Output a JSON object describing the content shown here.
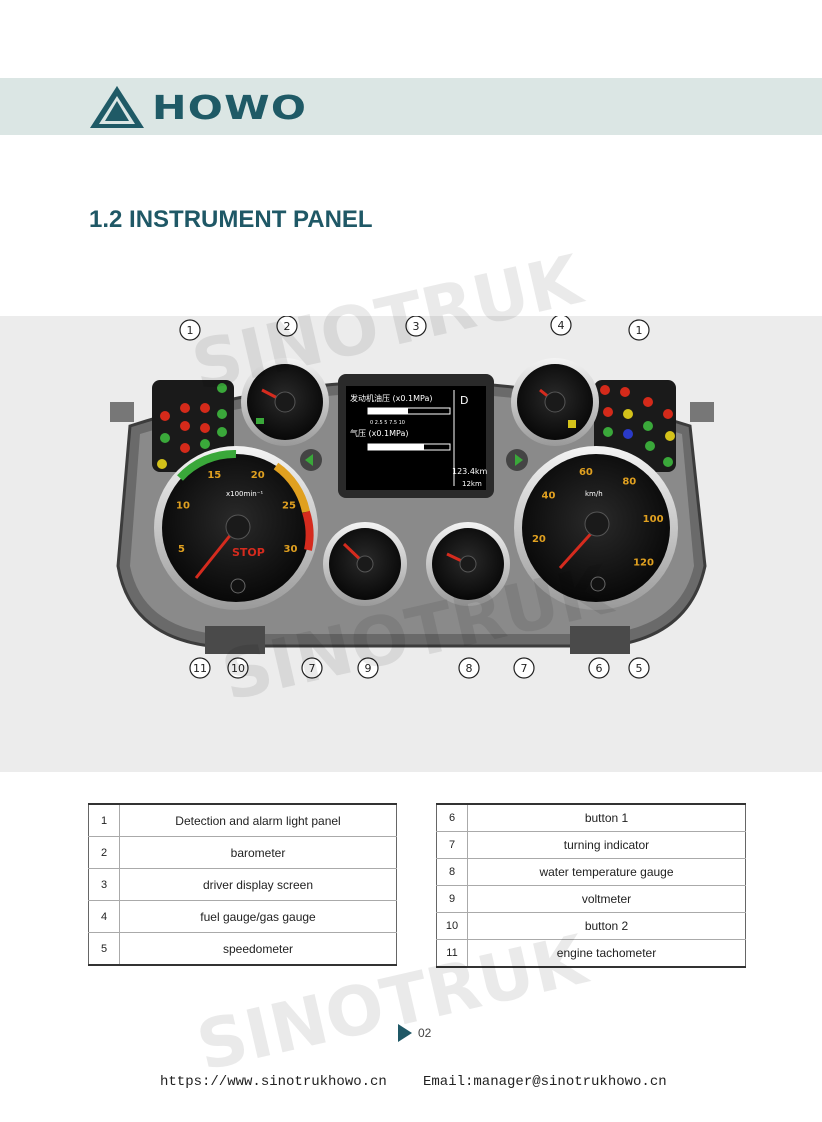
{
  "header": {
    "brand": "HOWO"
  },
  "section_title": "1.2 INSTRUMENT PANEL",
  "watermark": "SINOTRUK",
  "colors": {
    "accent": "#1f5866",
    "header_band": "#dbe6e4",
    "panel_bg": "#ececec"
  },
  "panel": {
    "callouts": [
      "1",
      "2",
      "3",
      "4",
      "1",
      "11",
      "10",
      "7",
      "9",
      "8",
      "7",
      "6",
      "5"
    ],
    "display": {
      "line1": "发动机油压 (x0.1MPa)",
      "line2": "气压 (x0.1MPa)",
      "scale": "0  2.5  5  7.5  10",
      "odo": "123.4km",
      "trip": "12km",
      "gear": "D"
    },
    "tacho": {
      "label": "x100min⁻¹",
      "ticks": [
        "5",
        "10",
        "15",
        "20",
        "25",
        "30"
      ],
      "warning": "STOP"
    },
    "speedo": {
      "label": "km/h",
      "ticks": [
        "20",
        "40",
        "60",
        "80",
        "100",
        "120"
      ]
    }
  },
  "legend_left": [
    {
      "num": "1",
      "desc": "Detection and alarm light panel"
    },
    {
      "num": "2",
      "desc": "barometer"
    },
    {
      "num": "3",
      "desc": "driver display screen"
    },
    {
      "num": "4",
      "desc": "fuel gauge/gas gauge"
    },
    {
      "num": "5",
      "desc": "speedometer"
    }
  ],
  "legend_right": [
    {
      "num": "6",
      "desc": "button 1"
    },
    {
      "num": "7",
      "desc": "turning indicator"
    },
    {
      "num": "8",
      "desc": "water temperature gauge"
    },
    {
      "num": "9",
      "desc": "voltmeter"
    },
    {
      "num": "10",
      "desc": "button 2"
    },
    {
      "num": "11",
      "desc": "engine tachometer"
    }
  ],
  "page_number": "02",
  "footer": {
    "url": "https://www.sinotrukhowo.cn",
    "email": "Email:manager@sinotrukhowo.cn"
  }
}
